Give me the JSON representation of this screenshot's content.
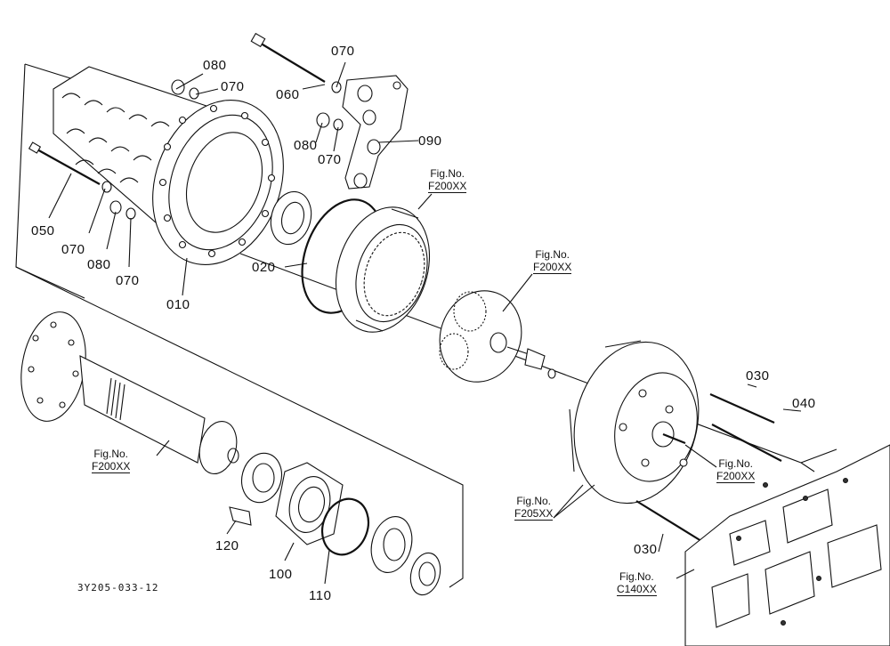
{
  "drawing_code": "3Y205-033-12",
  "parts": [
    {
      "id": "p050",
      "label": "050"
    },
    {
      "id": "p060",
      "label": "060"
    },
    {
      "id": "p070a",
      "label": "070"
    },
    {
      "id": "p070b",
      "label": "070"
    },
    {
      "id": "p070c",
      "label": "070"
    },
    {
      "id": "p070d",
      "label": "070"
    },
    {
      "id": "p070e",
      "label": "070"
    },
    {
      "id": "p080a",
      "label": "080"
    },
    {
      "id": "p080b",
      "label": "080"
    },
    {
      "id": "p080c",
      "label": "080"
    },
    {
      "id": "p090",
      "label": "090"
    },
    {
      "id": "p010",
      "label": "010"
    },
    {
      "id": "p020",
      "label": "020"
    },
    {
      "id": "p030a",
      "label": "030"
    },
    {
      "id": "p030b",
      "label": "030"
    },
    {
      "id": "p040",
      "label": "040"
    },
    {
      "id": "p100",
      "label": "100"
    },
    {
      "id": "p110",
      "label": "110"
    },
    {
      "id": "p120",
      "label": "120"
    }
  ],
  "figure_refs": [
    {
      "id": "f1",
      "prefix": "Fig.No.",
      "code": "F200XX"
    },
    {
      "id": "f2",
      "prefix": "Fig.No.",
      "code": "F200XX"
    },
    {
      "id": "f3",
      "prefix": "Fig.No.",
      "code": "F200XX"
    },
    {
      "id": "f4",
      "prefix": "Fig.No.",
      "code": "F200XX"
    },
    {
      "id": "f5",
      "prefix": "Fig.No.",
      "code": "F205XX"
    },
    {
      "id": "f6",
      "prefix": "Fig.No.",
      "code": "C140XX"
    }
  ]
}
